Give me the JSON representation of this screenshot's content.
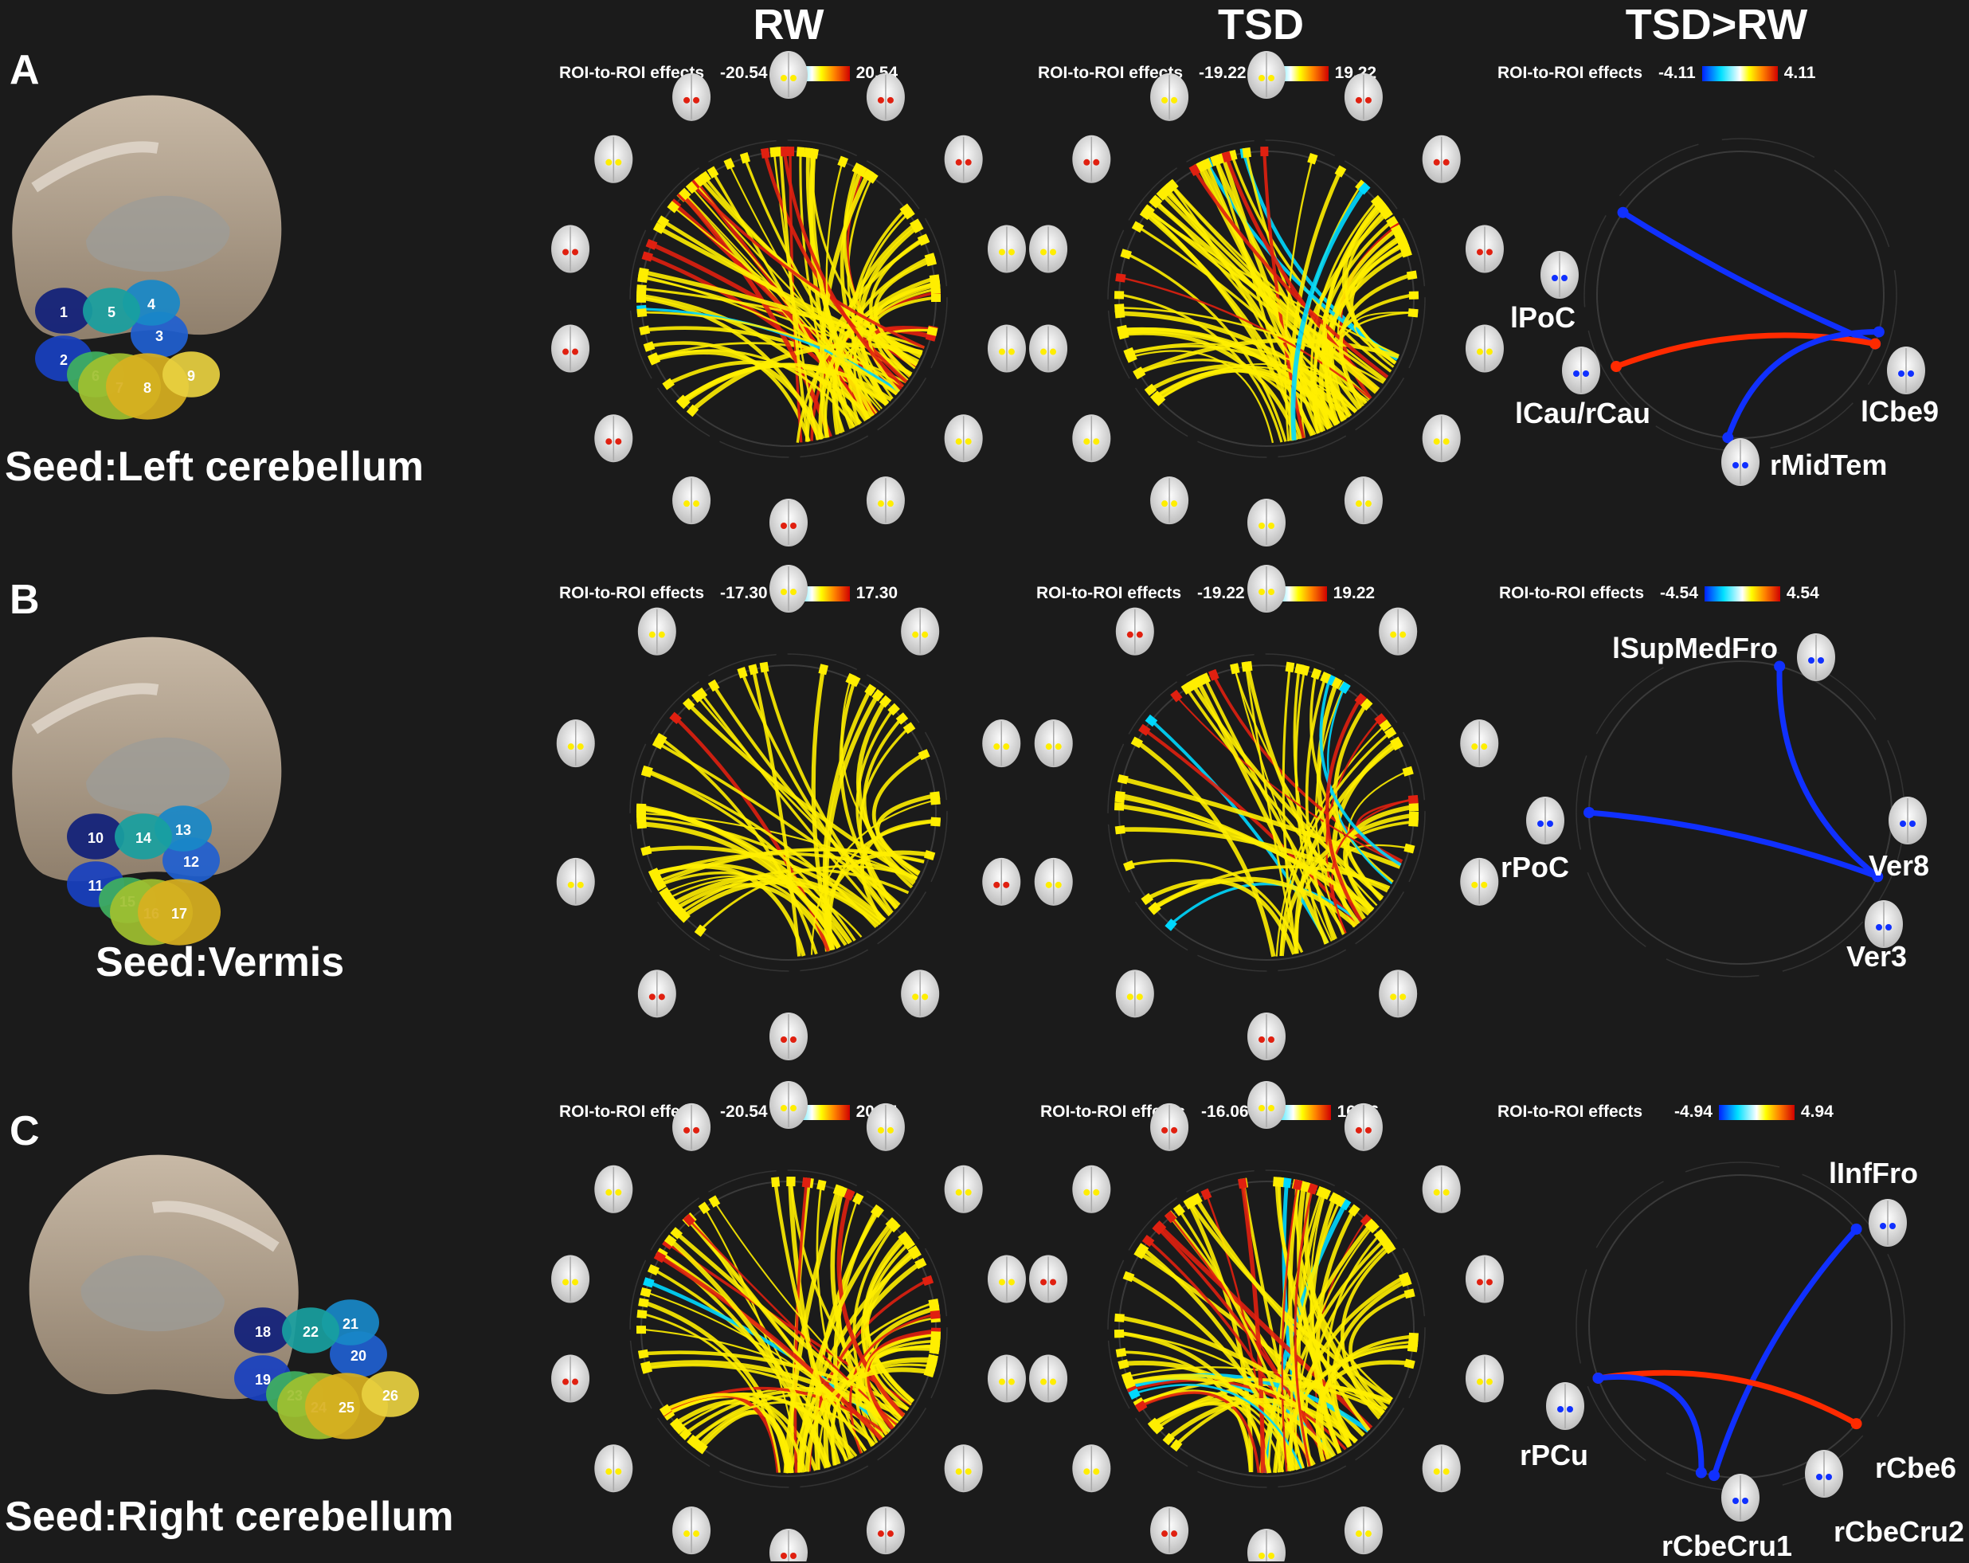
{
  "columns": [
    "RW",
    "TSD",
    "TSD>RW"
  ],
  "rows": [
    {
      "letter": "A",
      "seed": "Seed:Left cerebellum",
      "region_numbers": [
        "1",
        "2",
        "3",
        "4",
        "5",
        "6",
        "7",
        "8",
        "9"
      ],
      "scales": [
        {
          "label": "ROI-to-ROI effects",
          "min": "-20.54",
          "max": "20.54"
        },
        {
          "label": "ROI-to-ROI effects",
          "min": "-19.22",
          "max": "19.22"
        },
        {
          "label": "ROI-to-ROI effects",
          "min": "-4.11",
          "max": "4.11"
        }
      ],
      "diff_labels": [
        "lPoC",
        "lCau/rCau",
        "lCbe9",
        "rMidTem"
      ]
    },
    {
      "letter": "B",
      "seed": "Seed:Vermis",
      "region_numbers": [
        "10",
        "11",
        "12",
        "13",
        "14",
        "15",
        "16",
        "17"
      ],
      "scales": [
        {
          "label": "ROI-to-ROI effects",
          "min": "-17.30",
          "max": "17.30"
        },
        {
          "label": "ROI-to-ROI effects",
          "min": "-19.22",
          "max": "19.22"
        },
        {
          "label": "ROI-to-ROI effects",
          "min": "-4.54",
          "max": "4.54"
        }
      ],
      "diff_labels": [
        "lSupMedFro",
        "rPoC",
        "Ver8",
        "Ver3"
      ]
    },
    {
      "letter": "C",
      "seed": "Seed:Right cerebellum",
      "region_numbers": [
        "18",
        "19",
        "20",
        "21",
        "22",
        "23",
        "24",
        "25",
        "26"
      ],
      "scales": [
        {
          "label": "ROI-to-ROI effects",
          "min": "-20.54",
          "max": "20.54"
        },
        {
          "label": "ROI-to-ROI effects",
          "min": "-16.06",
          "max": "16.06"
        },
        {
          "label": "ROI-to-ROI effects",
          "min": "-4.94",
          "max": "4.94"
        }
      ],
      "diff_labels": [
        "lInfFro",
        "rPCu",
        "rCbe6",
        "rCbeCru1",
        "rCbeCru2"
      ]
    }
  ],
  "colors": {
    "background": "#1b1b1b",
    "positive": "#ffee00",
    "strong": "#e02010",
    "negative": "#00d8ff",
    "diff_neg": "#1030ff",
    "diff_pos": "#ff2a00"
  }
}
